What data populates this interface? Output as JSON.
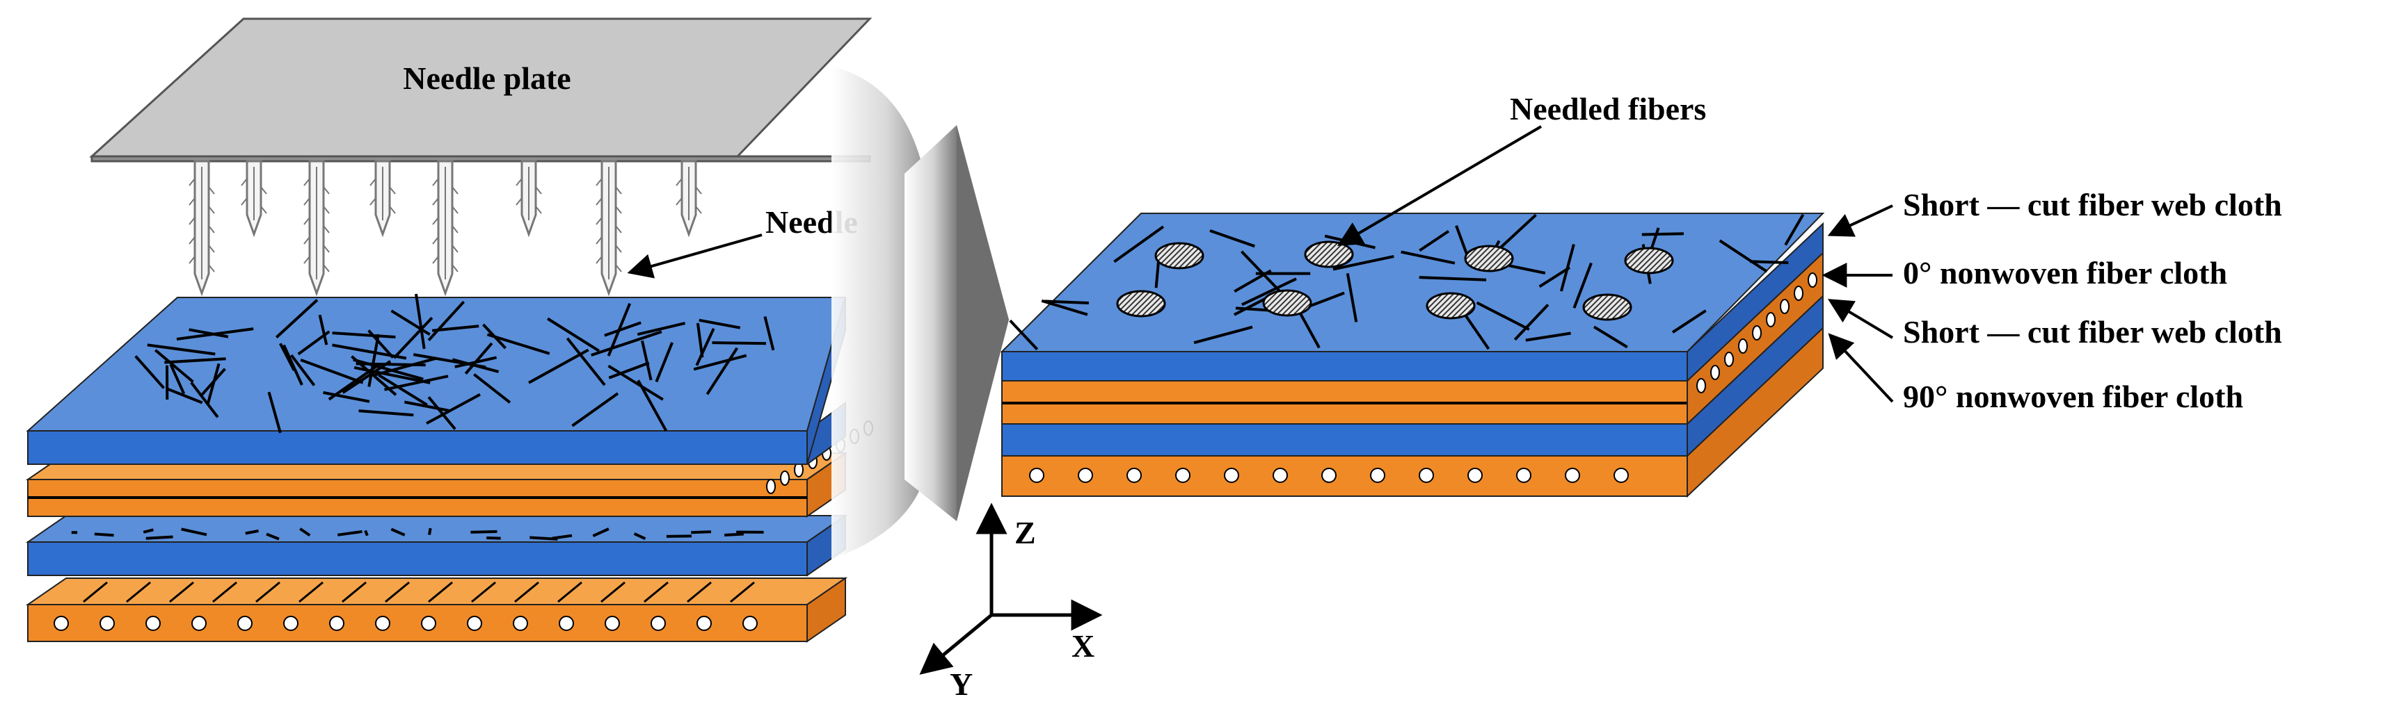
{
  "labels": {
    "needle_plate": "Needle plate",
    "needle": "Needle",
    "needled_fibers": "Needled fibers",
    "layer_1": "Short — cut fiber web cloth",
    "layer_2": "0° nonwoven fiber cloth",
    "layer_3": "Short — cut fiber web cloth",
    "layer_4": "90° nonwoven fiber cloth",
    "axis_z": "Z",
    "axis_x": "X",
    "axis_y": "Y"
  },
  "colors": {
    "blue_top": "#5b8fd9",
    "blue_front": "#2f6fd0",
    "blue_side": "#2a5fb8",
    "orange_top": "#f6a44a",
    "orange_front": "#f08a26",
    "orange_side": "#d9731a",
    "plate_top": "#c8c8c8",
    "plate_edge": "#9a9a9a",
    "fiber": "#111111",
    "arrow_light": "#ffffff",
    "arrow_dark": "#8a8a8a"
  },
  "icons": {
    "needle": "needle-icon",
    "needled_fiber": "needled-fiber-dot-icon",
    "process_arrow": "process-arrow-icon"
  }
}
